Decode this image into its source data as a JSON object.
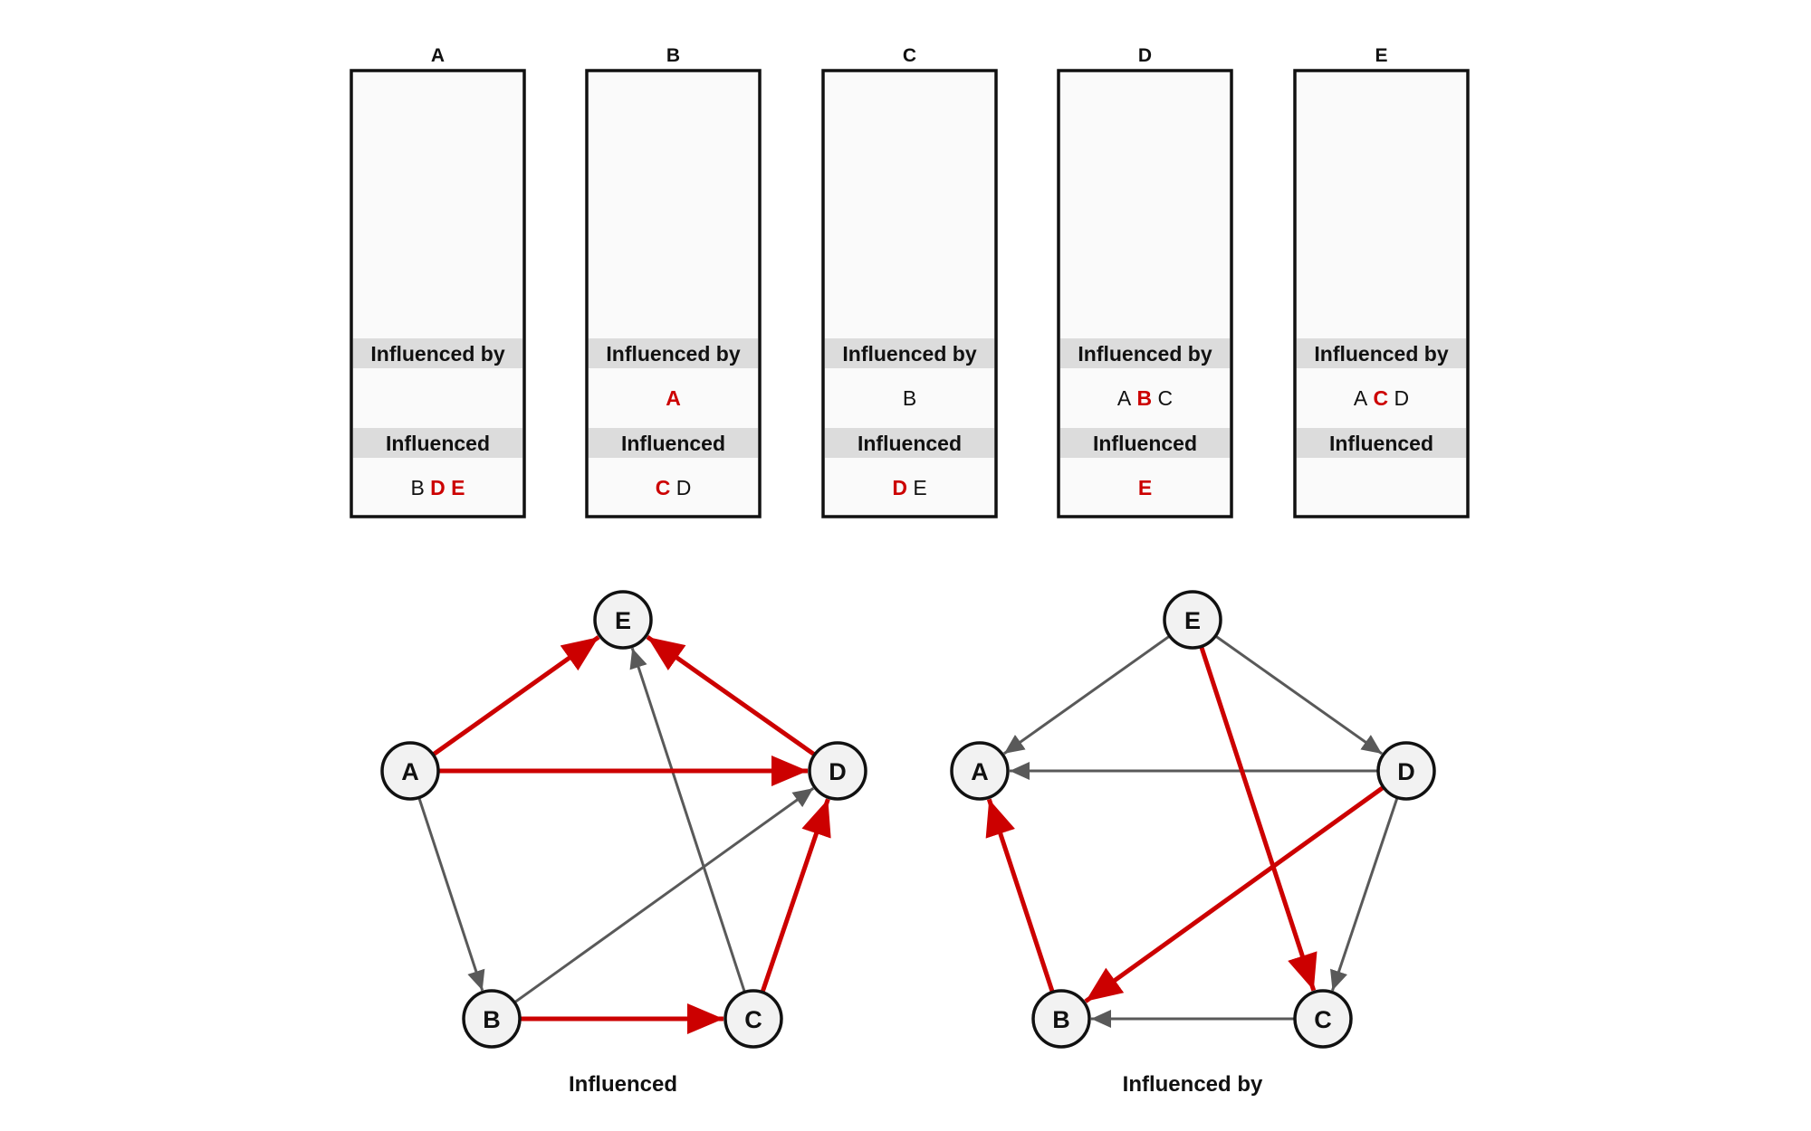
{
  "colors": {
    "highlight": "#cc0000",
    "normal": "#111111",
    "edge": "#595959",
    "band": "#dcdcdc"
  },
  "panels": [
    {
      "title": "A",
      "influenced_by_label": "Influenced by",
      "influenced_label": "Influenced",
      "influenced_by": [],
      "influenced": [
        {
          "t": "B",
          "hl": false
        },
        {
          "t": "D",
          "hl": true
        },
        {
          "t": "E",
          "hl": true
        }
      ]
    },
    {
      "title": "B",
      "influenced_by_label": "Influenced by",
      "influenced_label": "Influenced",
      "influenced_by": [
        {
          "t": "A",
          "hl": true
        }
      ],
      "influenced": [
        {
          "t": "C",
          "hl": true
        },
        {
          "t": "D",
          "hl": false
        }
      ]
    },
    {
      "title": "C",
      "influenced_by_label": "Influenced by",
      "influenced_label": "Influenced",
      "influenced_by": [
        {
          "t": "B",
          "hl": false
        }
      ],
      "influenced": [
        {
          "t": "D",
          "hl": true
        },
        {
          "t": "E",
          "hl": false
        }
      ]
    },
    {
      "title": "D",
      "influenced_by_label": "Influenced by",
      "influenced_label": "Influenced",
      "influenced_by": [
        {
          "t": "A",
          "hl": false
        },
        {
          "t": "B",
          "hl": true
        },
        {
          "t": "C",
          "hl": false
        }
      ],
      "influenced": [
        {
          "t": "E",
          "hl": true
        }
      ]
    },
    {
      "title": "E",
      "influenced_by_label": "Influenced by",
      "influenced_label": "Influenced",
      "influenced_by": [
        {
          "t": "A",
          "hl": false
        },
        {
          "t": "C",
          "hl": true
        },
        {
          "t": "D",
          "hl": false
        }
      ],
      "influenced": []
    }
  ],
  "graphs": [
    {
      "title": "Influenced",
      "nodes": [
        "E",
        "A",
        "D",
        "B",
        "C"
      ],
      "edges": [
        {
          "from": "A",
          "to": "E",
          "hl": true
        },
        {
          "from": "A",
          "to": "D",
          "hl": true
        },
        {
          "from": "D",
          "to": "E",
          "hl": true
        },
        {
          "from": "C",
          "to": "D",
          "hl": true
        },
        {
          "from": "B",
          "to": "C",
          "hl": true
        },
        {
          "from": "A",
          "to": "B",
          "hl": false
        },
        {
          "from": "B",
          "to": "D",
          "hl": false
        },
        {
          "from": "C",
          "to": "E",
          "hl": false
        }
      ]
    },
    {
      "title": "Influenced by",
      "nodes": [
        "E",
        "A",
        "D",
        "B",
        "C"
      ],
      "edges": [
        {
          "from": "E",
          "to": "A",
          "hl": false
        },
        {
          "from": "E",
          "to": "D",
          "hl": false
        },
        {
          "from": "E",
          "to": "C",
          "hl": true
        },
        {
          "from": "D",
          "to": "A",
          "hl": false
        },
        {
          "from": "D",
          "to": "B",
          "hl": true
        },
        {
          "from": "D",
          "to": "C",
          "hl": false
        },
        {
          "from": "B",
          "to": "A",
          "hl": true
        },
        {
          "from": "C",
          "to": "B",
          "hl": false
        }
      ]
    }
  ]
}
